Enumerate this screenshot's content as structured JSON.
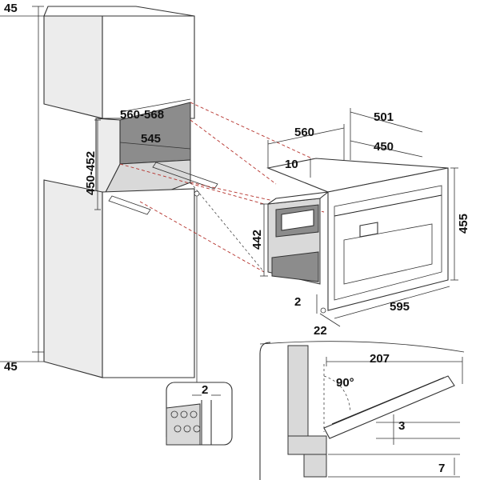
{
  "dimensions": {
    "top_gap": "45",
    "bottom_gap": "45",
    "niche_width": "560-568",
    "niche_height": "450-452",
    "niche_depth": "545",
    "appliance_depth_total": "560",
    "appliance_top_depth": "501",
    "appliance_body_depth": "450",
    "top_offset": "10",
    "front_height": "442",
    "total_height": "455",
    "front_width": "595",
    "side_gap": "2",
    "front_offset": "22",
    "detail_gap": "2",
    "door_length": "207",
    "door_angle": "90°",
    "door_gap": "3",
    "bottom_clearance": "7"
  },
  "colors": {
    "dashed_lines": "#b5322c",
    "niche_shade": "#8c8c8c",
    "outline": "#333333"
  }
}
